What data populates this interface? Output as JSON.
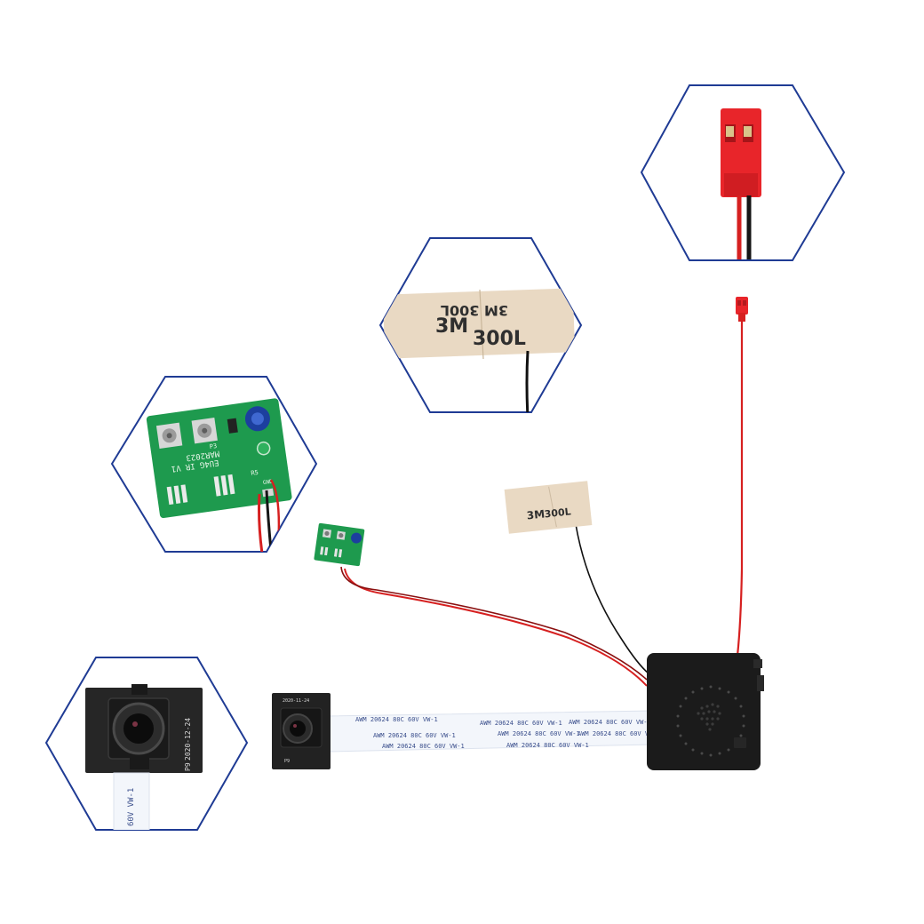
{
  "colors": {
    "hex_border": "#1f3b94",
    "wire_red": "#d62020",
    "wire_black": "#111111",
    "pcb_green": "#1e9a4e",
    "tape": "#e9d9c3",
    "module_black": "#1b1b1b",
    "connector_red": "#e8252a"
  },
  "labels": {
    "tape_large_brand": "3M",
    "tape_large_code": "300L",
    "tape_large_mirror": "3M 300L",
    "tape_small_brand": "3M",
    "tape_small_code": "300L",
    "pcb_line1": "MAR2023",
    "pcb_line2": "EU4G IR V1",
    "pcb_p3": "P3",
    "pcb_r5": "R5",
    "pcb_gnd": "GND",
    "cable_print": "AWM 20624 80C 60V VW-1",
    "cam_small_date": "2020-11-24",
    "cam_small_p": "P9",
    "cam_zoom_date": "2020-12-24",
    "cam_zoom_p": "P9",
    "cam_zoom_cable": "60V VW-1"
  },
  "icons": {
    "speaker": "speaker-grille-icon",
    "leaf": "leaf-logo-icon"
  }
}
